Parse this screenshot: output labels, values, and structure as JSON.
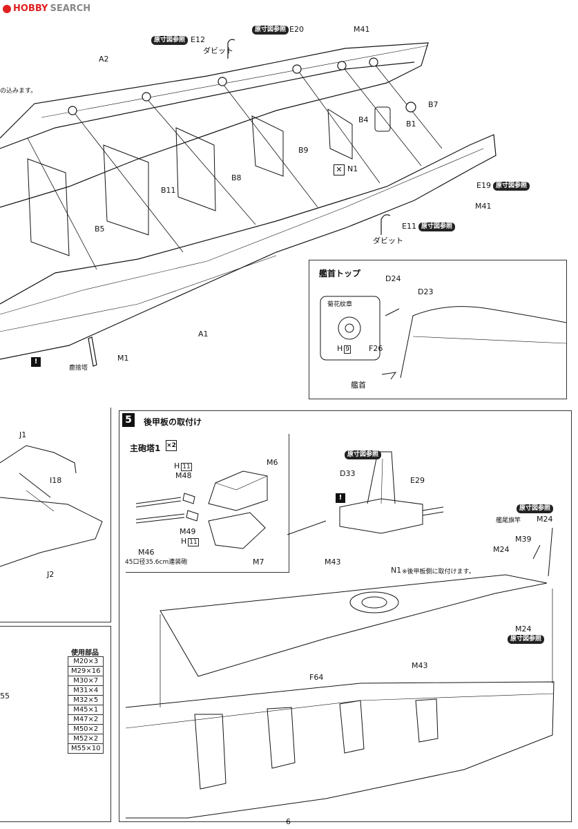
{
  "header": {
    "logo_hobby": "HOBBY",
    "logo_search": "SEARCH"
  },
  "top_section": {
    "labels": {
      "a2": "A2",
      "a1": "A1",
      "b7": "B7",
      "b1": "B1",
      "b4": "B4",
      "b9": "B9",
      "b8": "B8",
      "b11": "B11",
      "b5": "B5",
      "e12": "E12",
      "e20": "E20",
      "m41_top": "M41",
      "n1": "N1",
      "e19": "E19",
      "m41_bottom": "M41",
      "e11": "E11",
      "m1": "M1",
      "davit_1": "ダビット",
      "davit_2": "ダビット",
      "truncated_note": "の込みます。",
      "rokaku": "鹿捨塔"
    },
    "ref_tag": "原寸図参照"
  },
  "bow_top_box": {
    "title": "艦首トップ",
    "d24": "D24",
    "d23": "D23",
    "f26": "F26",
    "emblem": "菊花紋章",
    "h_label": "H",
    "h_num": "9",
    "bow_label": "艦首"
  },
  "left_mid": {
    "j1": "J1",
    "i18": "I18",
    "j2": "J2"
  },
  "parts_used": {
    "title": "使用部品",
    "rows": [
      "M20×3",
      "M29×16",
      "M30×7",
      "M31×4",
      "M32×5",
      "M45×1",
      "M47×2",
      "M50×2",
      "M52×2",
      "M55×10"
    ],
    "left_fragment": "55"
  },
  "section5": {
    "number": "5",
    "title": "後甲板の取付け",
    "turret_title": "主砲塔1",
    "turret_multiplier": "×2",
    "m6": "M6",
    "m7": "M7",
    "m48": "M48",
    "m49": "M49",
    "m46": "M46",
    "h1": "H",
    "h1_num": "11",
    "h2": "H",
    "h2_num": "11",
    "gun_caption": "45口径35.6cm連装砲",
    "ref_tag": "原寸図参照",
    "d33": "D33",
    "e29": "E29",
    "m43_top": "M43",
    "n1": "N1",
    "n1_note": "※後甲板側に取付けます。",
    "m43_bottom": "M43",
    "f64": "F64",
    "flagpole": "艦尾旗竿",
    "m24_a": "M24",
    "m24_b": "M24",
    "m24_c": "M24",
    "m39": "M39"
  },
  "page_number": "6"
}
